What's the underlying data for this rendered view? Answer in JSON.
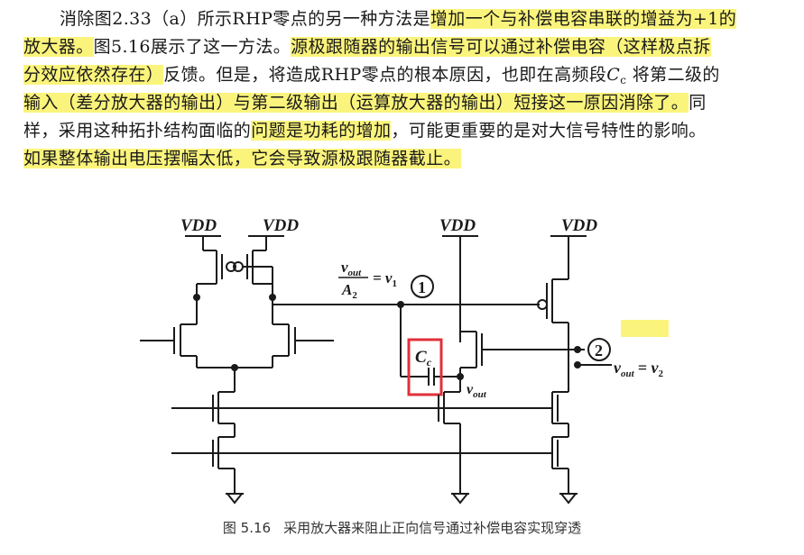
{
  "paragraph": {
    "line1_a": "消除图2.33（a）所示RHP零点的另一种方法是",
    "line1_b": "增加一个与补偿电容串联的增益为+1的",
    "line2_a": "放大器。",
    "line2_b": "图5.16展示了这一方法。",
    "line2_c": "源极跟随器的输出信号可以通过补偿电容（这样极点拆",
    "line3_a": "分效应依然存在）",
    "line3_b": "反馈。但是，将造成RHP零点的根本原因，也即在高频段",
    "line3_cvar": "C",
    "line3_csub": "c",
    "line3_c": " 将第二级的",
    "line4_a": "输入（差分放大器的输出）与第二级输出（运算放大器的输出）短接这一原因消除了。",
    "line4_b": "同",
    "line5_a": "样，采用这种拓扑结构面临的",
    "line5_b": "问题是功耗的增加",
    "line5_c": "，可能更重要的是对大信号特性的影响。",
    "line6_a": "如果整体输出电压摆幅太低，它会导致源极跟随器截止。"
  },
  "circuit": {
    "vdd_label": "VDD",
    "node1_num": "1",
    "node2_num": "2",
    "v1_num": "v",
    "v1_num_sub": "out",
    "v1_den": "A",
    "v1_den_sub": "2",
    "v1_eq": "= v",
    "v1_eq_sub": "1",
    "cc_label": "C",
    "cc_sub": "c",
    "vout_label": "v",
    "vout_sub": "out",
    "out_label": "v",
    "out_sub": "out",
    "out_eq": "= v",
    "out_eq_sub": "2"
  },
  "caption": {
    "number": "图 5.16",
    "text": "采用放大器来阻止正向信号通过补偿电容实现穿透"
  },
  "colors": {
    "highlight": "#fbf47c",
    "cc_box": "#e0303a",
    "wire": "#1a1a1a"
  }
}
